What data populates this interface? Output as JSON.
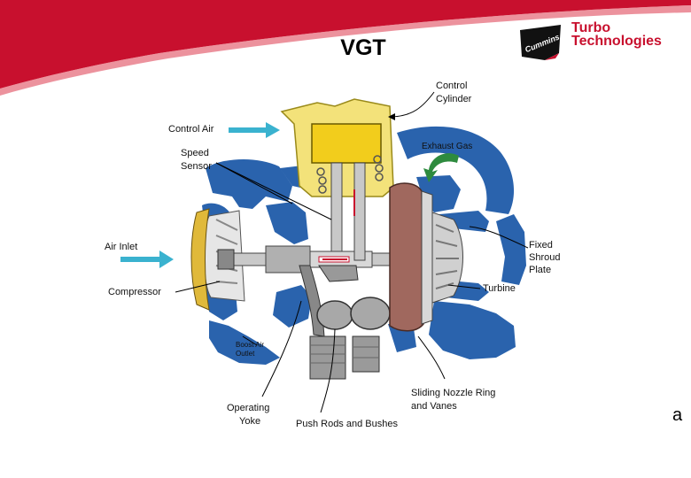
{
  "slide": {
    "title": "VGT",
    "brand": {
      "logo_text": "Cummins",
      "line1": "Turbo",
      "line2": "Technologies"
    },
    "corner_mark": "a"
  },
  "diagram": {
    "labels": {
      "control_cylinder_1": "Control",
      "control_cylinder_2": "Cylinder",
      "control_air": "Control Air",
      "speed_sensor_1": "Speed",
      "speed_sensor_2": "Sensor",
      "exhaust_gas": "Exhaust Gas",
      "air_inlet": "Air Inlet",
      "compressor": "Compressor",
      "fixed_shroud_1": "Fixed",
      "fixed_shroud_2": "Shroud",
      "fixed_shroud_3": "Plate",
      "turbine": "Turbine",
      "boost_air_1": "Boost Air",
      "boost_air_2": "Outlet",
      "operating_yoke_1": "Operating",
      "operating_yoke_2": "Yoke",
      "push_rods": "Push Rods and Bushes",
      "nozzle_ring_1": "Sliding Nozzle Ring",
      "nozzle_ring_2": "and Vanes"
    }
  },
  "colors": {
    "housing_blue": "#2a63ad",
    "brand_red": "#c8102e",
    "cylinder_yellow": "#f3e27a",
    "arrow_cyan": "#3ab2cf",
    "arrow_green": "#2e8b3e",
    "metal_grey": "#9a9a9a"
  }
}
